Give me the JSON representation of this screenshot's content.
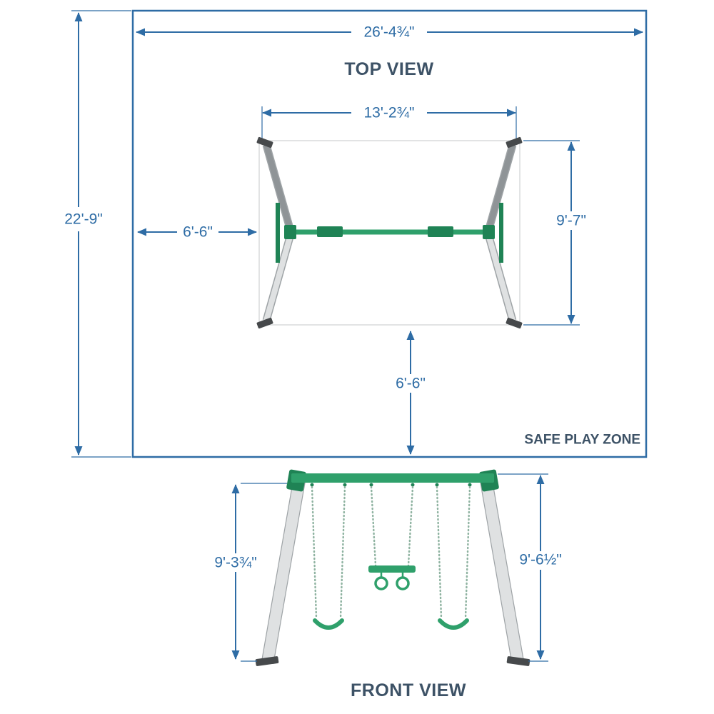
{
  "diagram": {
    "type": "dimension-drawing",
    "subject": "swing set safe play zone plan"
  },
  "colors": {
    "dimension_blue": "#2e6ca5",
    "title_slate": "#3d5266",
    "frame_green": "#2fa06b",
    "frame_green_dark": "#1f8355",
    "chain_green": "#8fb3a1",
    "leg_light": "#dfe1e2",
    "leg_edge": "#9ea3a6",
    "leg_dark": "#8f9497",
    "foot_dark": "#46494b"
  },
  "top_view": {
    "title": "TOP VIEW",
    "safe_play_zone_label": "SAFE PLAY ZONE",
    "dims": {
      "overall_width": "26'-4¾\"",
      "overall_depth": "22'-9\"",
      "frame_width": "13'-2¾\"",
      "side_clearance": "6'-6\"",
      "frame_depth": "9'-7\"",
      "end_clearance": "6'-6\""
    }
  },
  "front_view": {
    "title": "FRONT VIEW",
    "dims": {
      "height_left": "9'-3¾\"",
      "height_right": "9'-6½\""
    }
  }
}
